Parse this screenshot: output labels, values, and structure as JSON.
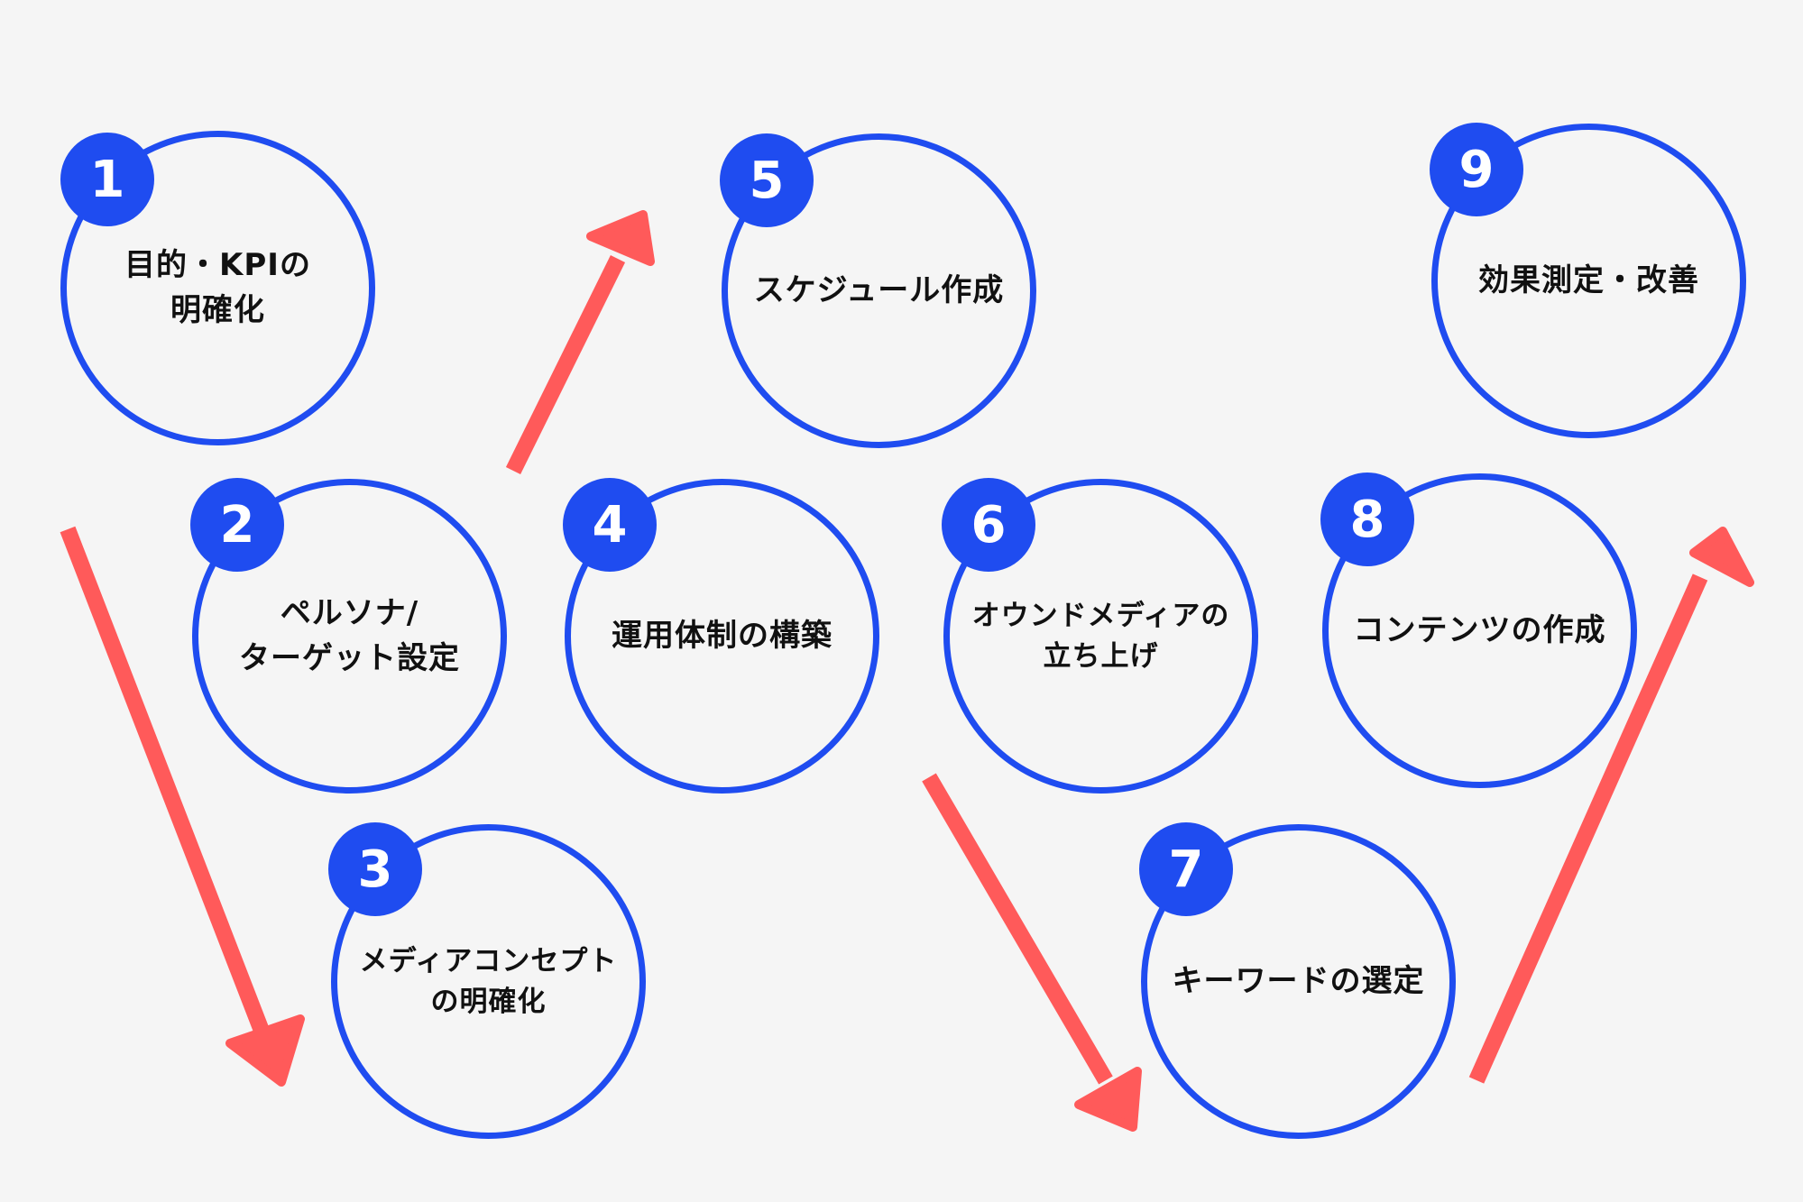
{
  "colors": {
    "background": "#f5f5f5",
    "accent_blue": "#1f4cf0",
    "arrow_red": "#ff5a5a",
    "text": "#111111"
  },
  "steps": [
    {
      "number": "1",
      "label": "目的・KPIの\n明確化"
    },
    {
      "number": "2",
      "label": "ペルソナ/\nターゲット設定"
    },
    {
      "number": "3",
      "label": "メディアコンセプト\nの明確化"
    },
    {
      "number": "4",
      "label": "運用体制の構築"
    },
    {
      "number": "5",
      "label": "スケジュール作成"
    },
    {
      "number": "6",
      "label": "オウンドメディアの\n立ち上げ"
    },
    {
      "number": "7",
      "label": "キーワードの選定"
    },
    {
      "number": "8",
      "label": "コンテンツの作成"
    },
    {
      "number": "9",
      "label": "効果測定・改善"
    }
  ]
}
